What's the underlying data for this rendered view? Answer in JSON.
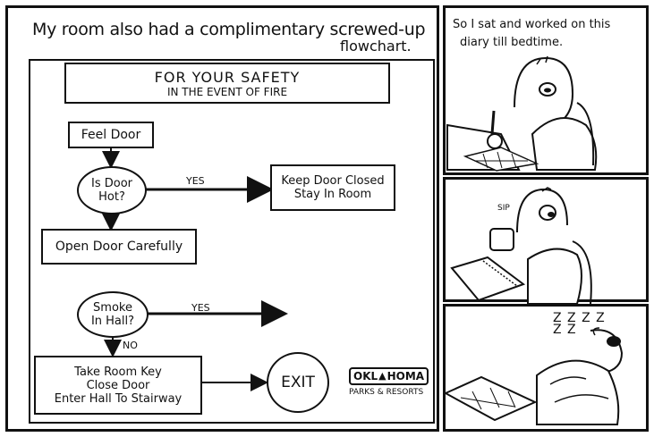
{
  "panel_left": {
    "caption_line1": "My room also  had a complimentary screwed-up",
    "caption_line2": "flowchart.",
    "flowchart": {
      "header_title": "FOR YOUR SAFETY",
      "header_subtitle": "IN THE EVENT OF FIRE",
      "feel_door": "Feel Door",
      "is_door_hot_1": "Is Door",
      "is_door_hot_2": "Hot?",
      "yes_label_1": "YES",
      "keep_closed_1": "Keep Door Closed",
      "keep_closed_2": "Stay In Room",
      "open_door": "Open Door Carefully",
      "smoke_1": "Smoke",
      "smoke_2": "In Hall?",
      "yes_label_2": "YES",
      "no_label": "NO",
      "take_key_1": "Take Room Key",
      "take_key_2": "Close Door",
      "take_key_3": "Enter Hall To Stairway",
      "exit": "EXIT",
      "logo_text_1": "OKL",
      "logo_text_2": "HOMA",
      "logo_text_3": "PARKS & RESORTS"
    }
  },
  "panel_right_top": {
    "caption_line1": "So I sat and worked on this",
    "caption_line2": "diary till bedtime."
  },
  "panel_right_mid": {
    "sfx": "SIP"
  },
  "panel_right_bottom": {
    "sfx": "Z Z Z Z Z Z"
  }
}
